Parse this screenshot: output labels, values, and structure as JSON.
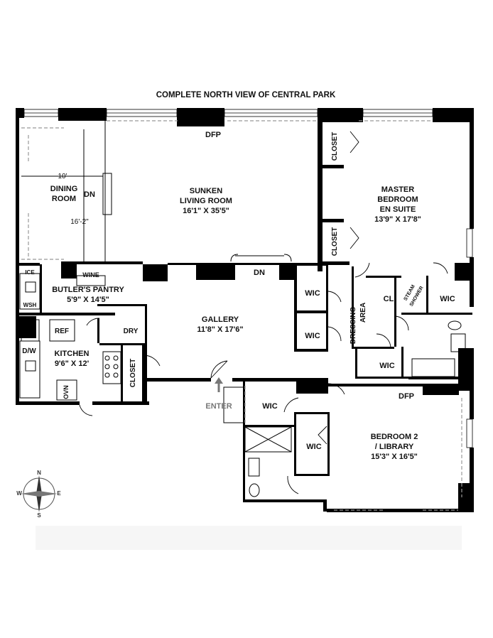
{
  "header": {
    "title": "COMPLETE NORTH VIEW OF CENTRAL PARK"
  },
  "rooms": {
    "dining": {
      "name_1": "DINING",
      "name_2": "ROOM",
      "dim_w": "10'",
      "dim_h": "16'-2\""
    },
    "living": {
      "name_1": "SUNKEN",
      "name_2": "LIVING ROOM",
      "dims": "16'1\" X 35'5\""
    },
    "master": {
      "name_1": "MASTER",
      "name_2": "BEDROOM",
      "name_3": "EN SUITE",
      "dims": "13'9\" X 17'8\""
    },
    "pantry": {
      "name": "BUTLER'S PANTRY",
      "dims": "5'9\" X 14'5\""
    },
    "gallery": {
      "name": "GALLERY",
      "dims": "11'8\" X 17'6\""
    },
    "kitchen": {
      "name": "KITCHEN",
      "dims": "9'6\" X 12'"
    },
    "bedroom2": {
      "name_1": "BEDROOM 2",
      "name_2": "/ LIBRARY",
      "dims": "15'3\" X 16'5\""
    }
  },
  "labels": {
    "dfp": "DFP",
    "dn": "DN",
    "closet": "CLOSET",
    "wic": "WIC",
    "cl": "CL",
    "dressing_1": "DRESSING",
    "dressing_2": "AREA",
    "steam_1": "STEAM",
    "steam_2": "SHOWER",
    "ice": "ICE",
    "wsh": "WSH",
    "wine": "WINE",
    "ref": "REF",
    "dry": "DRY",
    "dw": "D/W",
    "ovn": "OVN",
    "enter": "ENTER"
  },
  "compass": {
    "n": "N",
    "s": "S",
    "e": "E",
    "w": "W"
  },
  "icons": [
    "compass-icon",
    "enter-arrow-icon",
    "fireplace-icon"
  ]
}
